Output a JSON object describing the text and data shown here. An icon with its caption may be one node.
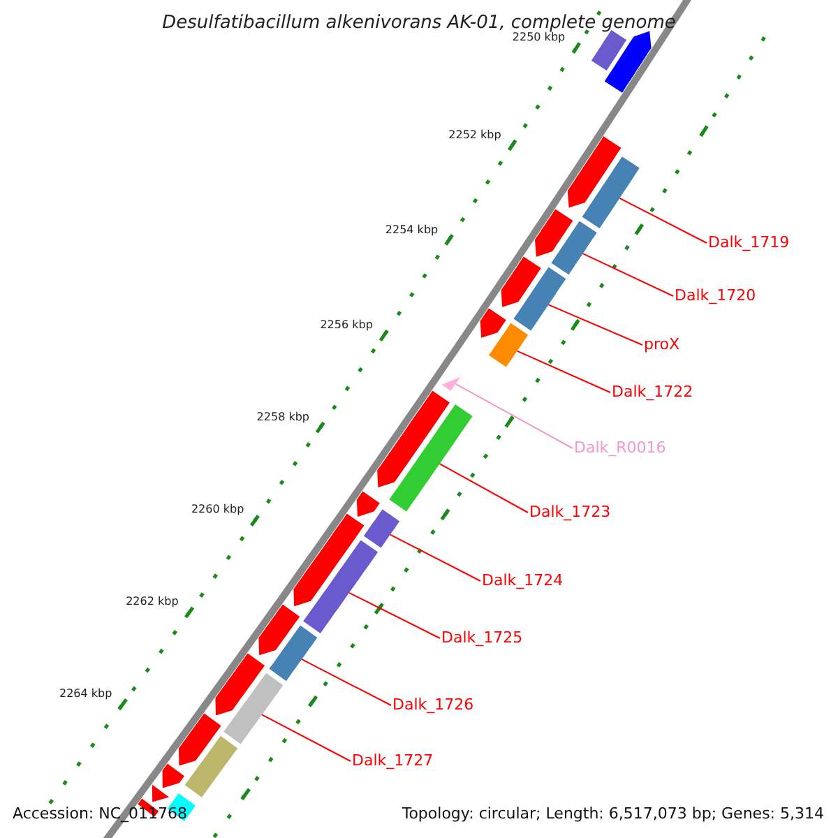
{
  "diagram": {
    "title": "Desulfatibacillum alkenivorans AK-01, complete genome",
    "nodes": [
      {
        "text": [
          "Dalk_1719"
        ]
      },
      {
        "text": [
          "Dalk_1720"
        ]
      },
      {
        "text": [
          "proX"
        ]
      },
      {
        "text": [
          "Dalk_1722"
        ]
      },
      {
        "text": [
          "Dalk_R0016"
        ]
      },
      {
        "text": [
          "Dalk_1723"
        ]
      },
      {
        "text": [
          "Dalk_1724"
        ]
      },
      {
        "text": [
          "Dalk_1725"
        ]
      },
      {
        "text": [
          "Dalk_1726"
        ]
      },
      {
        "text": [
          "Dalk_1727"
        ]
      },
      {
        "text": [],
        "shape": "bar"
      },
      {
        "text": [],
        "shape": "bar"
      },
      {
        "text": [],
        "shape": "bar"
      },
      {
        "text": [],
        "shape": "bar"
      },
      {
        "text": [],
        "shape": "bar"
      },
      {
        "text": [],
        "shape": "bar"
      },
      {
        "text": [],
        "shape": "bar"
      },
      {
        "text": [],
        "shape": "bar"
      },
      {
        "text": [],
        "shape": "bar"
      },
      {
        "text": [],
        "shape": "bar"
      },
      {
        "text": [],
        "shape": "triangle"
      },
      {
        "text": [],
        "shape": "bar"
      },
      {
        "text": [],
        "shape": "bar"
      },
      {
        "text": [],
        "shape": "bar"
      },
      {
        "text": [],
        "shape": "bar"
      },
      {
        "text": [],
        "shape": "bar"
      },
      {
        "text": [],
        "shape": "bar"
      },
      {
        "text": [],
        "shape": "bar"
      },
      {
        "text": [],
        "shape": "bar"
      },
      {
        "text": [],
        "shape": "bar"
      },
      {
        "text": [],
        "shape": "bar"
      },
      {
        "text": [],
        "shape": "bar"
      },
      {
        "text": [],
        "shape": "bar"
      },
      {
        "text": [],
        "shape": "bar"
      },
      {
        "text": [],
        "shape": "bar"
      },
      {
        "text": [],
        "shape": "bar"
      },
      {
        "text": [],
        "shape": "bar"
      }
    ],
    "edges": [
      {
        "from": 0,
        "to": 13,
        "arrow": "none"
      },
      {
        "from": 1,
        "to": 14,
        "arrow": "none"
      },
      {
        "from": 2,
        "to": 16,
        "arrow": "none"
      },
      {
        "from": 3,
        "to": 18,
        "arrow": "none"
      },
      {
        "from": 4,
        "to": 20,
        "arrow": "none",
        "color": "#f598c8"
      },
      {
        "from": 5,
        "to": 21,
        "arrow": "none"
      },
      {
        "from": 6,
        "to": 24,
        "arrow": "none"
      },
      {
        "from": 7,
        "to": 26,
        "arrow": "none"
      },
      {
        "from": 8,
        "to": 28,
        "arrow": "none"
      },
      {
        "from": 9,
        "to": 30,
        "arrow": "none"
      }
    ],
    "labels": [
      "2250 kbp",
      "2252 kbp",
      "2254 kbp",
      "2256 kbp",
      "2258 kbp",
      "2260 kbp",
      "2262 kbp",
      "2264 kbp",
      "Accession: NC_011768",
      "Topology: circular; Length: 6,517,073 bp; Genes: 5,314"
    ]
  }
}
